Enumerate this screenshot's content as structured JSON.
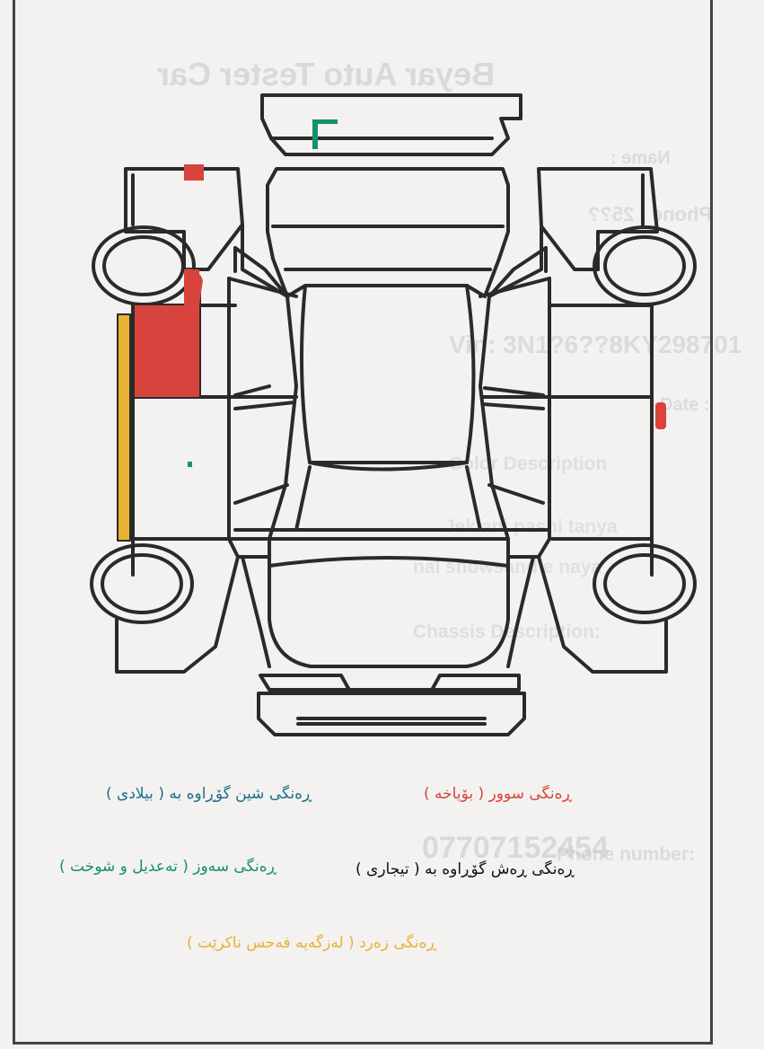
{
  "background_print": {
    "company": "Beyar Auto Tester Car",
    "name_label": "Name :",
    "phone_partial": "Phone : 25??",
    "vin": "Vin: 3N1?6??8KY298701",
    "date_label": "Date :",
    "color_label": "Color Description",
    "line1": "Jeklani pashi tanya",
    "line2": "nal showsand e naya",
    "chassis_label": "Chassis Description:",
    "phone_number_label": "Phone number:",
    "phone_number": "07707152454"
  },
  "legend": {
    "red": "ڕەنگی سوور ( بۆیاخە )",
    "blue": "ڕەنگی شین گۆڕاوە بە ( بیلادی )",
    "black": "ڕەنگی ڕەش گۆڕاوە بە ( تیجاری )",
    "green": "ڕەنگی سەوز ( تەعدیل و شوخت )",
    "yellow": "ڕەنگی زەرد ( لەزگەیە فەحس ناکرێت )"
  },
  "colors": {
    "red": "#d8443d",
    "blue": "#1b6f8c",
    "black": "#111111",
    "green": "#149070",
    "yellow": "#e8b234",
    "outline": "#2a2a2a"
  }
}
